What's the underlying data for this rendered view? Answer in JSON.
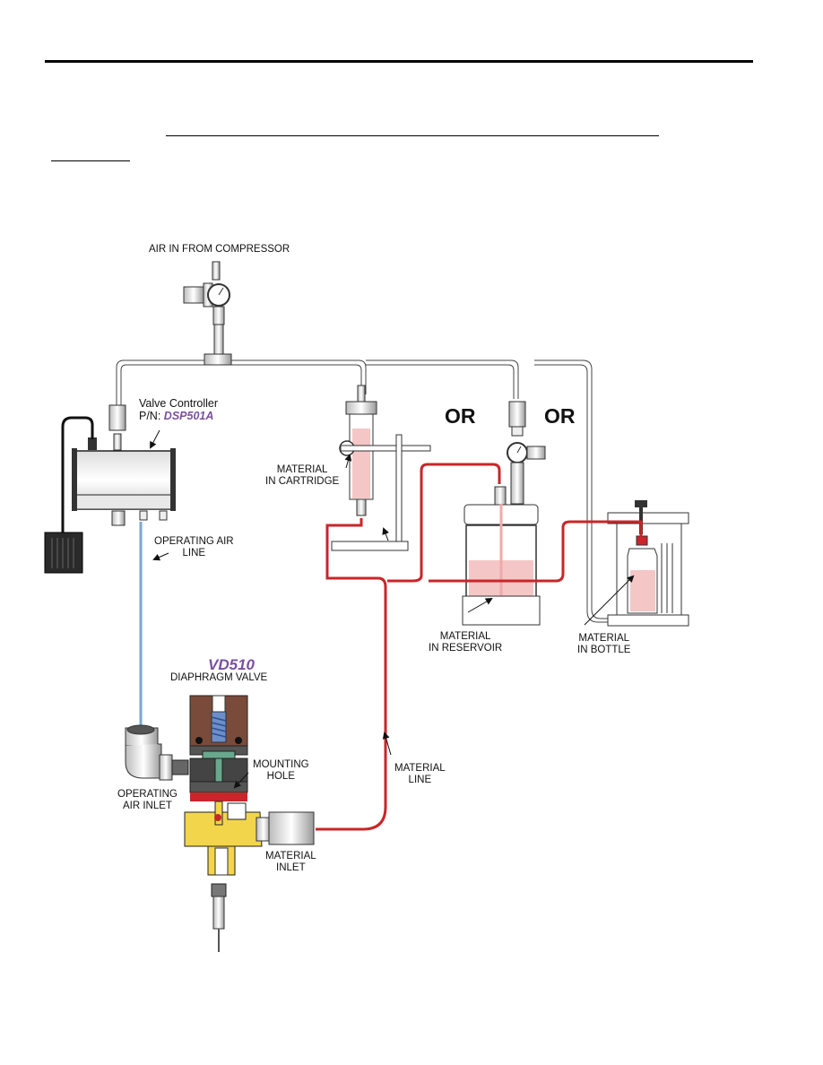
{
  "labels": {
    "air_in": "AIR IN FROM COMPRESSOR",
    "controller_line1": "Valve Controller",
    "controller_pn_prefix": "P/N: ",
    "controller_pn": "DSP501A",
    "or1": "OR",
    "or2": "OR",
    "cartridge_1": "MATERIAL",
    "cartridge_2": "IN CARTRIDGE",
    "operating_air_line_1": "OPERATING AIR",
    "operating_air_line_2": "LINE",
    "reservoir_1": "MATERIAL",
    "reservoir_2": "IN RESERVOIR",
    "bottle_1": "MATERIAL",
    "bottle_2": "IN BOTTLE",
    "valve_model": "VD510",
    "valve_type": "DIAPHRAGM VALVE",
    "mounting_1": "MOUNTING",
    "mounting_2": "HOLE",
    "material_line_1": "MATERIAL",
    "material_line_2": "LINE",
    "air_inlet_1": "OPERATING",
    "air_inlet_2": "AIR INLET",
    "material_inlet_1": "MATERIAL",
    "material_inlet_2": "INLET"
  },
  "colors": {
    "material_line": "#c8262a",
    "material_fill": "#f5c6c6",
    "air_line": "#7aa6d6",
    "accent_purple": "#7a4fa0",
    "brass": "#f2d54a"
  }
}
